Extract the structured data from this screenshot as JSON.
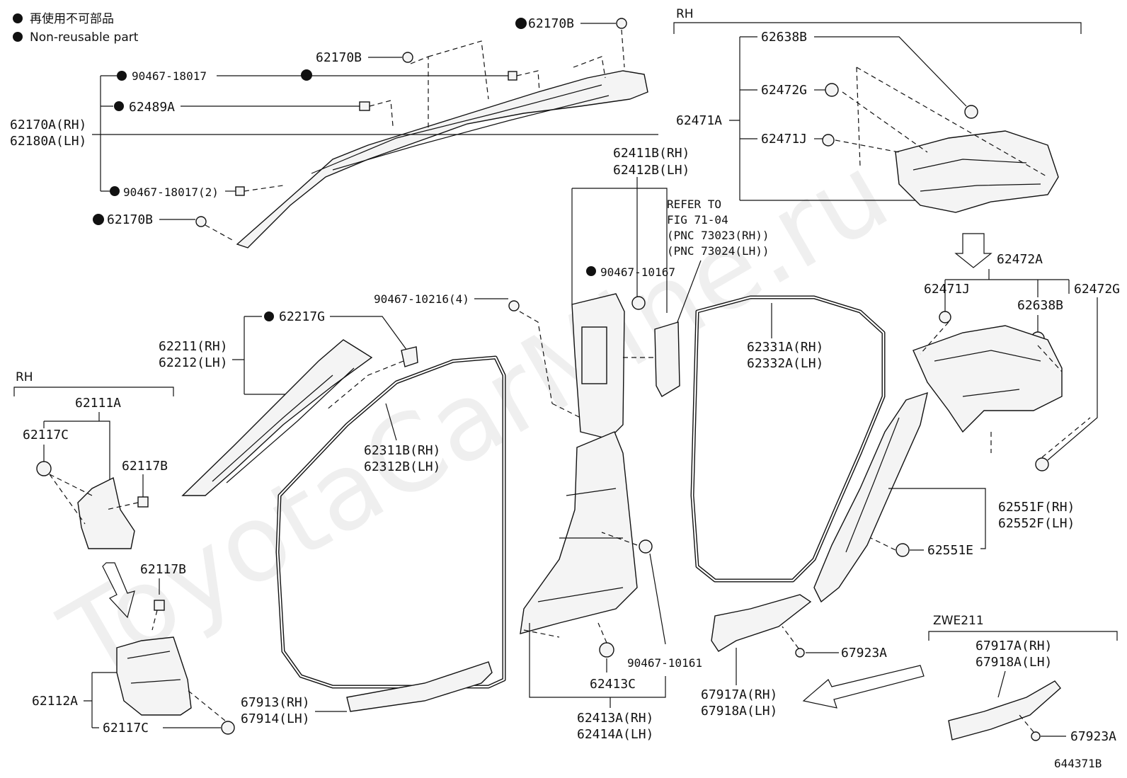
{
  "legend": {
    "japanese": "再使用不可部品",
    "english": "Non-reusable part"
  },
  "watermark": "ToyotaCarMine.ru",
  "sections": {
    "rh_top": "RH",
    "rh_left": "RH",
    "zwe": "ZWE211"
  },
  "reference": [
    "REFER TO",
    "FIG 71-04",
    "(PNC 73023(RH))",
    "(PNC 73024(LH))"
  ],
  "figure_id": "644371B",
  "labels": {
    "p62170B_a": "62170B",
    "p62170B_b": "62170B",
    "p62170B_c": "62170B",
    "p90467_18017": "90467-18017",
    "p62489A": "62489A",
    "p62170A_rh": "62170A(RH)",
    "p62180A_lh": "62180A(LH)",
    "p90467_18017_2": "90467-18017(2)",
    "p62638B_top": "62638B",
    "p62472G_top": "62472G",
    "p62471A": "62471A",
    "p62471J_top": "62471J",
    "p62411B_rh": "62411B(RH)",
    "p62412B_lh": "62412B(LH)",
    "p90467_10167": "90467-10167",
    "p62472A": "62472A",
    "p62471J_mid": "62471J",
    "p62638B_mid": "62638B",
    "p62472G_mid": "62472G",
    "p90467_10216": "90467-10216(4)",
    "p62217G": "62217G",
    "p62211_rh": "62211(RH)",
    "p62212_lh": "62212(LH)",
    "p62331A_rh": "62331A(RH)",
    "p62332A_lh": "62332A(LH)",
    "p62111A": "62111A",
    "p62117C_a": "62117C",
    "p62117B_a": "62117B",
    "p62311B_rh": "62311B(RH)",
    "p62312B_lh": "62312B(LH)",
    "p62551F_rh": "62551F(RH)",
    "p62552F_lh": "62552F(LH)",
    "p62551E": "62551E",
    "p62117B_b": "62117B",
    "p62112A": "62112A",
    "p62117C_b": "62117C",
    "p67913_rh": "67913(RH)",
    "p67914_lh": "67914(LH)",
    "p90467_10161": "90467-10161",
    "p62413C": "62413C",
    "p62413A_rh": "62413A(RH)",
    "p62414A_lh": "62414A(LH)",
    "p67923A_a": "67923A",
    "p67917A_rh_a": "67917A(RH)",
    "p67918A_lh_a": "67918A(LH)",
    "p67917A_rh_b": "67917A(RH)",
    "p67918A_lh_b": "67918A(LH)",
    "p67923A_b": "67923A"
  }
}
